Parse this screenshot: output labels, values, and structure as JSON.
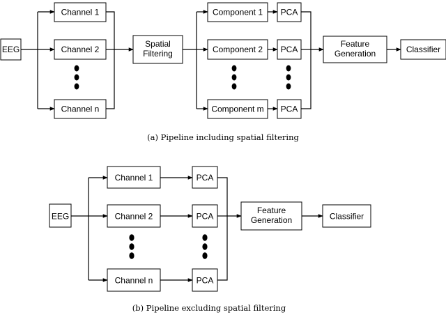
{
  "diagram_a": {
    "caption": "(a) Pipeline including spatial filtering",
    "eeg": "EEG",
    "channels": [
      "Channel 1",
      "Channel 2",
      "Channel n"
    ],
    "spatial_filtering": [
      "Spatial",
      "Filtering"
    ],
    "components": [
      "Component 1",
      "Component 2",
      "Component m"
    ],
    "pca": [
      "PCA",
      "PCA",
      "PCA"
    ],
    "feature_generation": [
      "Feature",
      "Generation"
    ],
    "classifier": "Classifier"
  },
  "diagram_b": {
    "caption": "(b) Pipeline excluding spatial filtering",
    "eeg": "EEG",
    "channels": [
      "Channel 1",
      "Channel 2",
      "Channel n"
    ],
    "pca": [
      "PCA",
      "PCA",
      "PCA"
    ],
    "feature_generation": [
      "Feature",
      "Generation"
    ],
    "classifier": "Classifier"
  }
}
